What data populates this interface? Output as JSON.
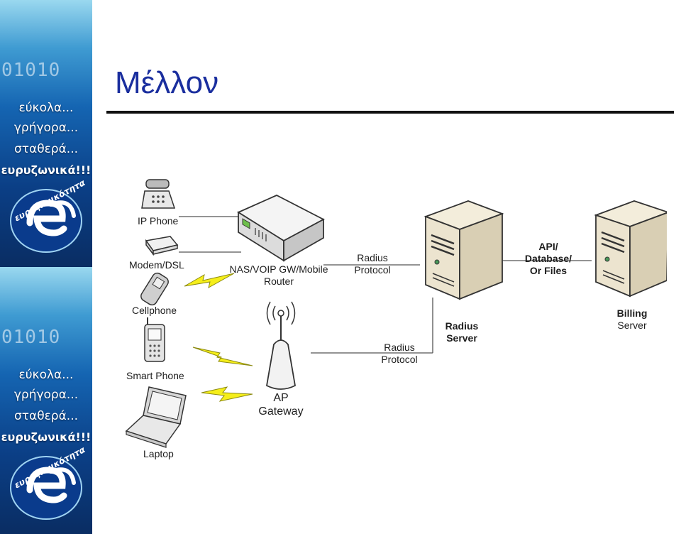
{
  "slide": {
    "title": "Μέλλον"
  },
  "banner": {
    "digits": "01010",
    "slogan": [
      "εύκολα...",
      "γρήγορα...",
      "σταθερά...",
      "ευρυζωνικά!!!"
    ],
    "logo_text": "ευρυζωνικότητα"
  },
  "diagram": {
    "clients": [
      "IP Phone",
      "Modem/DSL",
      "Cellphone",
      "Smart Phone",
      "Laptop"
    ],
    "nas": [
      "NAS/VOIP GW/Mobile",
      "Router"
    ],
    "ap": [
      "AP",
      "Gateway"
    ],
    "radius_link_top": [
      "Radius",
      "Protocol"
    ],
    "radius_link_bottom": [
      "Radius",
      "Protocol"
    ],
    "radius_server": [
      "Radius",
      "Server"
    ],
    "api_link": [
      "API/",
      "Database/",
      "Or Files"
    ],
    "billing_server": [
      "Billing",
      "Server"
    ]
  },
  "colors": {
    "title": "#1a2e9e",
    "rule": "#111111",
    "lightning": "#f5ee1a",
    "server_body": "#ece4cf",
    "banner_blue": "#1565b2"
  }
}
